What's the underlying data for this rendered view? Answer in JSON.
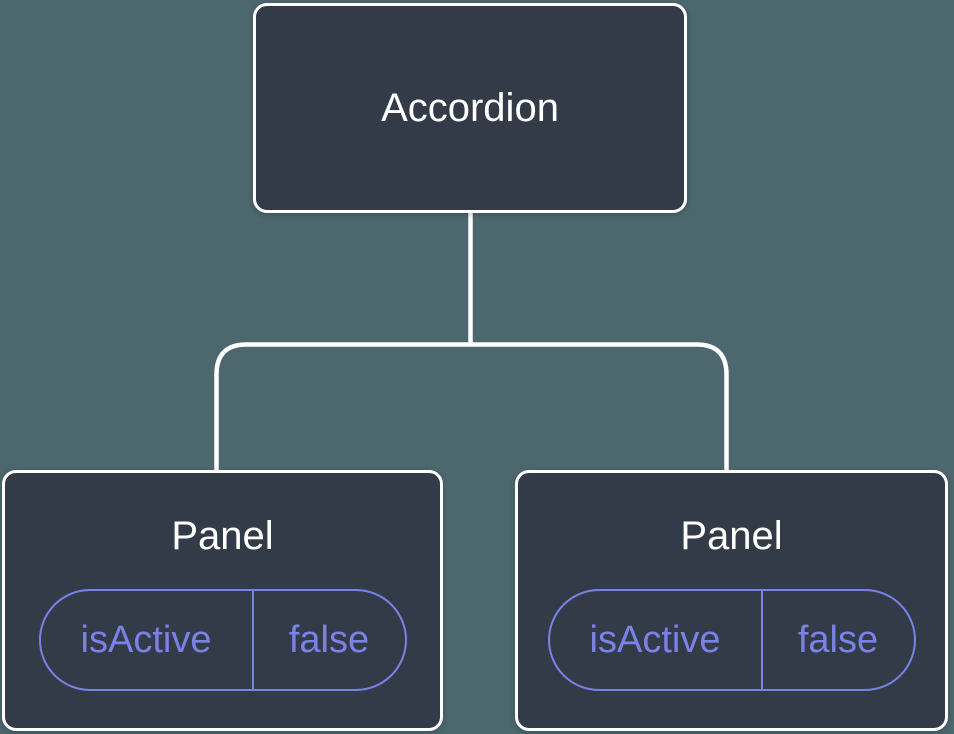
{
  "diagram": {
    "root": {
      "label": "Accordion"
    },
    "children": [
      {
        "label": "Panel",
        "state": {
          "name": "isActive",
          "value": "false"
        }
      },
      {
        "label": "Panel",
        "state": {
          "name": "isActive",
          "value": "false"
        }
      }
    ]
  },
  "colors": {
    "background": "#4d676e",
    "node_fill": "#343b48",
    "node_border": "#ffffff",
    "connector": "#ffffff",
    "state_accent": "#7a82e8"
  }
}
